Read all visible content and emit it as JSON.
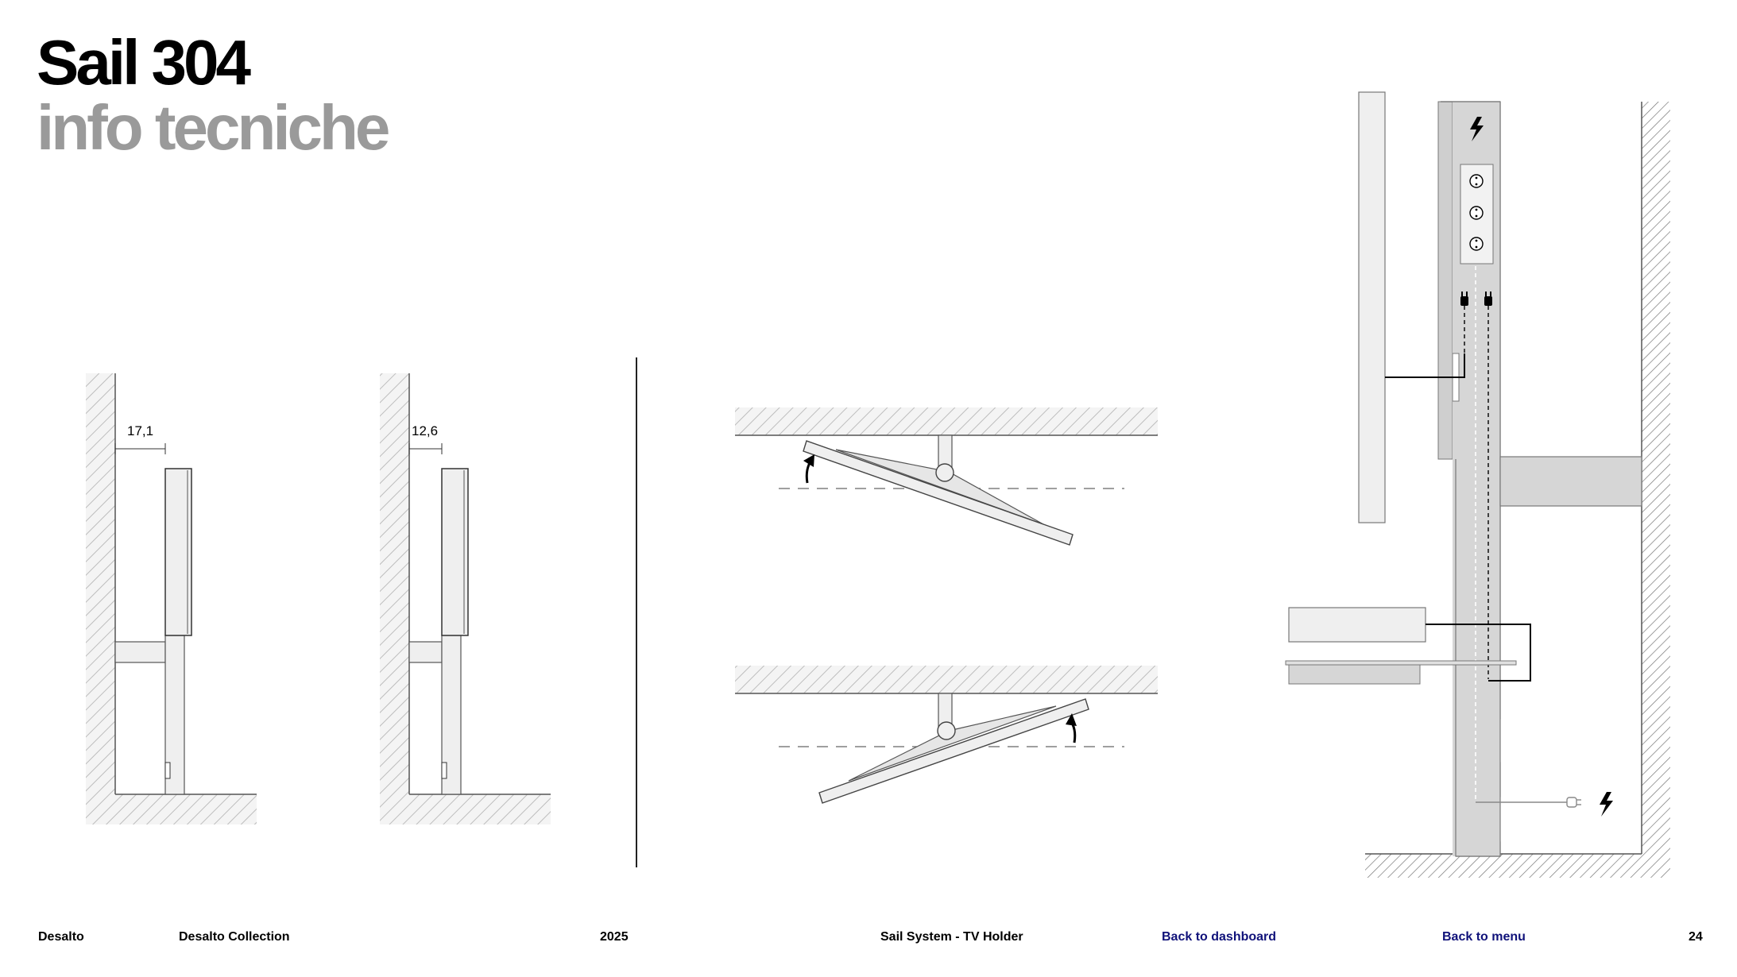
{
  "header": {
    "title_line1": "Sail 304",
    "title_line2": "info tecniche"
  },
  "drawing": {
    "dimension_left": "17,1",
    "dimension_right": "12,6",
    "icons": [
      "hatched-wall",
      "tv-panel",
      "rotation-arrow-icon",
      "lightning-icon",
      "socket-icon",
      "plug-icon",
      "cable-plug-icon"
    ]
  },
  "footer": {
    "brand": "Desalto",
    "collection": "Desalto Collection",
    "year": "2025",
    "product": "Sail System - TV Holder",
    "back_dashboard": "Back to dashboard",
    "back_menu": "Back to menu",
    "page_number": "24"
  },
  "colors": {
    "link": "#10127a",
    "subtitle": "#9a9a9a",
    "panel_fill": "#efefef",
    "column_fill": "#d6d6d6"
  }
}
